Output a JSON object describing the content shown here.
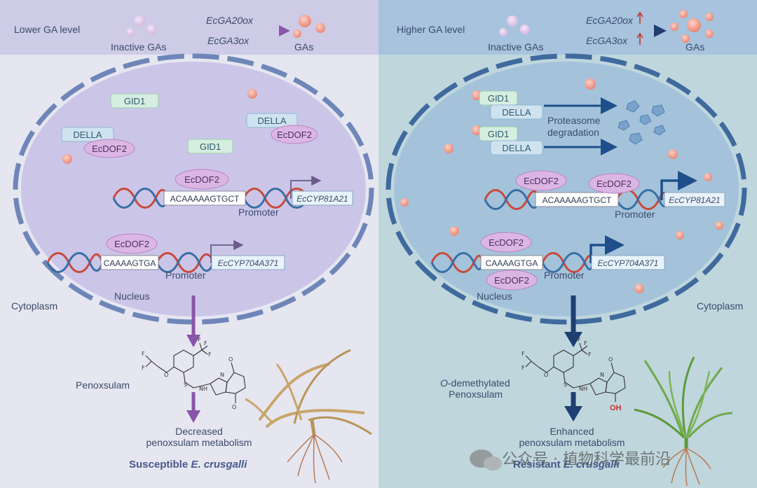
{
  "left": {
    "ga_level": "Lower GA level",
    "inactive_gas": "Inactive GAs",
    "gene1": "EcGA20ox",
    "gene2": "EcGA3ox",
    "gas": "GAs",
    "gid1": "GID1",
    "della": "DELLA",
    "ecdof2": "EcDOF2",
    "seq1": "ACAAAAAGTGCT",
    "target1": "EcCYP81A21",
    "promoter": "Promoter",
    "seq2": "CAAAAGTGA",
    "target2": "EcCYP704A371",
    "nucleus": "Nucleus",
    "cytoplasm": "Cytoplasm",
    "compound": "Penoxsulam",
    "metabolism_line1": "Decreased",
    "metabolism_line2": "penoxsulam metabolism",
    "phenotype_prefix": "Susceptible ",
    "phenotype_species": "E. crusgalli"
  },
  "right": {
    "ga_level": "Higher GA level",
    "inactive_gas": "Inactive GAs",
    "gene1": "EcGA20ox",
    "gene2": "EcGA3ox",
    "gas": "GAs",
    "gid1": "GID1",
    "della": "DELLA",
    "degradation_line1": "Proteasome",
    "degradation_line2": "degradation",
    "ecdof2": "EcDOF2",
    "seq1": "ACAAAAAGTGCT",
    "target1": "EcCYP81A21",
    "promoter": "Promoter",
    "seq2": "CAAAAGTGA",
    "target2": "EcCYP704A371",
    "nucleus": "Nucleus",
    "cytoplasm": "Cytoplasm",
    "compound_prefix": "O",
    "compound_line1_rest": "-demethylated",
    "compound_line2": "Penoxsulam",
    "oh": "OH",
    "metabolism_line1": "Enhanced",
    "metabolism_line2": "penoxsulam metabolism",
    "phenotype_prefix": "Resistant ",
    "phenotype_species": "E. crusgalli"
  },
  "chem_atoms": {
    "f": "F",
    "o": "O",
    "s": "S",
    "n": "N",
    "nh": "NH"
  },
  "watermark": "公众号 · 植物科学最前沿",
  "colors": {
    "left_bg": "#e4e5f1",
    "right_bg": "#c3d8e0",
    "gid1_fill": "#d6eee0",
    "della_fill": "#cfe3ef",
    "ecdof2_fill": "#dcb6e3",
    "ga_dot": "#f09a8a",
    "left_arrow": "#8a55a8",
    "right_arrow": "#1f3f72",
    "up_arrow": "#c0392b"
  }
}
